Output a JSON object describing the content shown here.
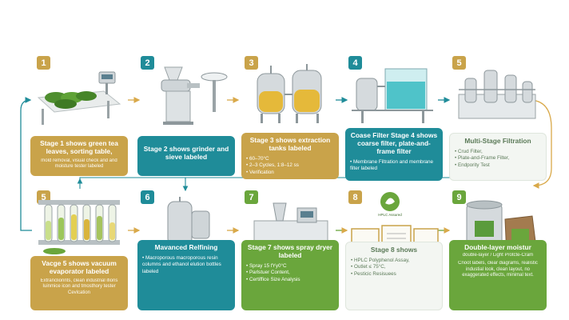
{
  "stages": [
    {
      "num": "1",
      "title": "Stage 1 shows green tea leaves, sorting table,",
      "sub": "mold removal, visual check and and moisture tester labeled",
      "icon": "tea-leaves-table-icon",
      "color": "#c9a34a"
    },
    {
      "num": "2",
      "title": "Stage 2 shows grinder and sieve labeled",
      "icon": "grinder-sieve-icon",
      "color": "#1f8c99"
    },
    {
      "num": "3",
      "title": "Stage 3 shows extraction tanks labeled",
      "bullets": [
        "60–70°C",
        "2–3 Cycles,     1:8–12 ss",
        "Verification"
      ],
      "icon": "extraction-tanks-icon",
      "color": "#c9a34a"
    },
    {
      "num": "4",
      "title": "Coase Filter Stage 4 shows coarse filter, plate-and-frame filter",
      "bullets": [
        "Membrane Filtration and membrane filter labeled"
      ],
      "icon": "filter-tank-icon",
      "color": "#1f8c99"
    },
    {
      "num": "5",
      "title": "Multi-Stage Filtration",
      "bullets": [
        "Crud Filter,",
        "Plate-and-Frame Filter,",
        "Endpority Test"
      ],
      "icon": "filtration-rack-icon",
      "color": "#f3f6f2"
    },
    {
      "num": "5",
      "title": "Vacge 5 shows vacuum evaporator labeled",
      "sub": "Extranclionnts, clean industrial ifions Iuinmice icon and tmosthory tester Cevlcation",
      "icon": "test-tubes-icon",
      "color": "#c9a34a"
    },
    {
      "num": "6",
      "title": "Mavanced Relfining",
      "bullets": [
        "Macroporous macroporous resin columns and ethanol elution bottles labeled"
      ],
      "icon": "resin-column-icon",
      "color": "#1f8c99"
    },
    {
      "num": "7",
      "title": "Stage 7 shows spray dryer labeled",
      "bullets": [
        "Spray 15 fYy0°C",
        "Parlstuer Content,",
        "Certiffice Size Analysis"
      ],
      "icon": "spray-dryer-icon",
      "color": "#6aa63c"
    },
    {
      "num": "8",
      "title": "Stage 8 shows",
      "bullets": [
        "HPLC Polyphenol Assay,",
        "Outlet ≤ 75°C,",
        "Pesticic Resisuees"
      ],
      "icon": "certificates-icon",
      "badge": "HPLC Assured",
      "color": "#f3f6f2"
    },
    {
      "num": "9",
      "title": "Double-layer moistur",
      "sub2": "double-layer / Light Protcte-Cram",
      "sub": "Cnoot labels, clear diagrams, realistic industial look, clean layout, no exaggerated effects, minimal text.",
      "icon": "drum-bag-icon",
      "color": "#6aa63c"
    }
  ],
  "colors": {
    "gold": "#c9a34a",
    "teal": "#1f8c99",
    "green": "#6aa63c",
    "arrow_gold": "#d9a94a",
    "arrow_teal": "#1f8c99"
  }
}
